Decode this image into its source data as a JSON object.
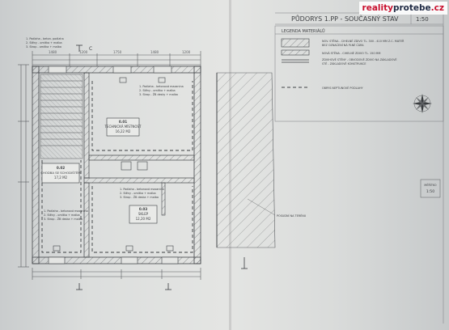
{
  "watermark": {
    "part1": "reality",
    "part2": "protebe",
    "part3": ".cz"
  },
  "sheet": {
    "title": "PŮDORYS 1.PP - SOUČASNÝ STAV",
    "scale": "1:50"
  },
  "legend": {
    "heading": "LEGENDA MATERIÁLŮ",
    "items": [
      {
        "kind": "hatch",
        "text": "NOV. STĚNA - CIHELNÉ ZDIVO TL. 300 - 410 MM Z.C. MATEŘ",
        "text2": "BEZ OZNAČENÍ NÁ PLNÉ ČÁRA"
      },
      {
        "kind": "hatch",
        "text": "NOVÁ STĚNA - CIHELNÉ ZDIVO TL. 150 MM",
        "text2": ""
      },
      {
        "kind": "double",
        "text": "ZDVIHOVÉ STĚNY - OBVODOVÉ ZDIVO NA ZÁKLADOVÉ",
        "text2": "STĚ - ZÁKLADOVÉ KONSTRUKCE"
      },
      {
        "kind": "dash",
        "text": "OBRYS NEPTUNOVÉ PODLAHY",
        "text2": ""
      }
    ]
  },
  "rooms": [
    {
      "code": "0.01",
      "name": "TECHNICKÁ MÍSTNOST",
      "area": "16,22 M2",
      "notes": [
        "1. Podlaha - betonová mazanina",
        "2. Stěny - omítka + malba",
        "3. Strop - ŽB desky + malba"
      ]
    },
    {
      "code": "0.02",
      "name": "CHODBA SE SCHODIŠTĚM",
      "area": "17,2 M2",
      "notes": [
        "1. Podlaha - betonová mazanina",
        "2. Stěny - omítka + malba",
        "3. Strop - ŽB deska + malba"
      ]
    },
    {
      "code": "0.03",
      "name": "SKLEP",
      "area": "12,20 M2",
      "notes": [
        "1. Podlaha - betonová mazanina",
        "2. Stěny - omítka + malba",
        "3. Strop - ŽB deska + malba"
      ]
    }
  ],
  "labels": {
    "plan_note_lines": [
      "1. Podlaha - beton. podlaha",
      "2. Stěny - omítka + malba",
      "3. Strop - omítka + malba"
    ],
    "yard_label": "POSUDNÍ NA TERÉNU",
    "tag_top": "C",
    "box_text_1": "MĚŘÍTKO",
    "box_text_2": "1:50"
  }
}
